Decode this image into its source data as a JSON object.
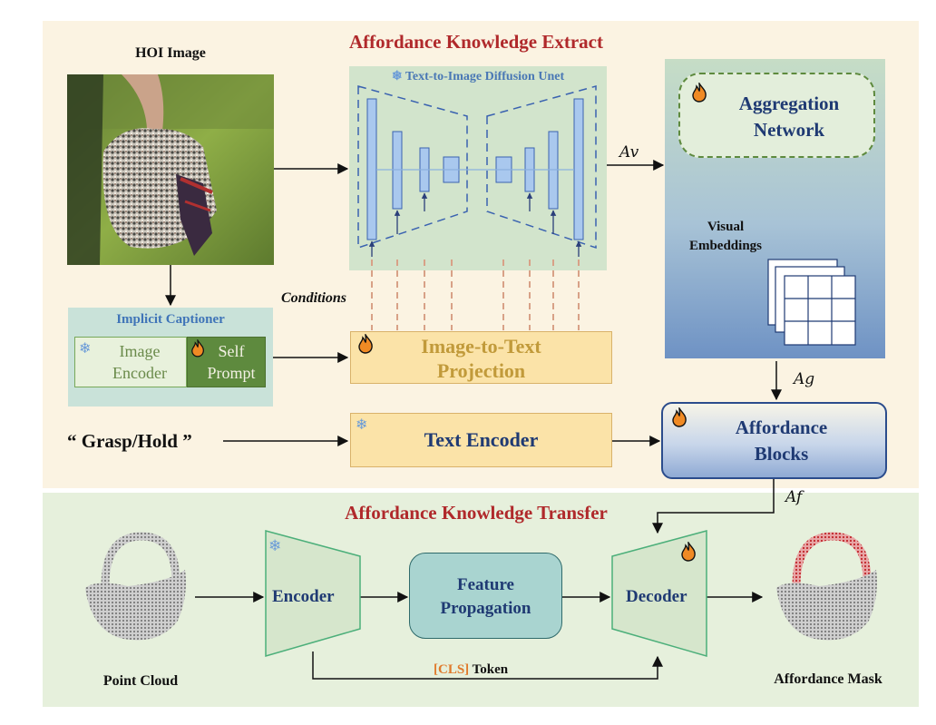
{
  "sections": {
    "top_title": "Affordance Knowledge Extract",
    "bottom_title": "Affordance Knowledge Transfer"
  },
  "hoi": {
    "label": "HOI Image"
  },
  "unet": {
    "title": "Text-to-Image Diffusion Unet"
  },
  "labels": {
    "conditions": "Conditions",
    "av": "Av",
    "ag": "Ag",
    "af": "Af",
    "grasp": "“ Grasp/Hold ”",
    "visual_embeddings_1": "Visual",
    "visual_embeddings_2": "Embeddings"
  },
  "aggregation": {
    "line1": "Aggregation",
    "line2": "Network"
  },
  "captioner": {
    "title": "Implicit Captioner",
    "image_encoder_1": "Image",
    "image_encoder_2": "Encoder",
    "self_prompt_1": "Self",
    "self_prompt_2": "Prompt"
  },
  "projection": {
    "line1": "Image-to-Text",
    "line2": "Projection"
  },
  "text_encoder": {
    "label": "Text Encoder"
  },
  "affordance_blocks": {
    "line1": "Affordance",
    "line2": "Blocks"
  },
  "transfer": {
    "encoder": "Encoder",
    "feature_1": "Feature",
    "feature_2": "Propagation",
    "decoder": "Decoder",
    "cls": "[CLS]",
    "token": "Token",
    "point_cloud": "Point Cloud",
    "mask": "Affordance Mask"
  },
  "colors": {
    "title_red": "#b0292b",
    "navy": "#1f3a73",
    "blue": "#4a78b5",
    "gold": "#c19a3a",
    "green": "#5e8a3e",
    "cls_orange": "#e07a2c",
    "flame": "#e8561c",
    "snowflake": "#6a9bd8"
  },
  "icons": [
    "snowflake-icon",
    "flame-icon",
    "handbag-photo",
    "point-cloud-bag",
    "affordance-mask-bag"
  ]
}
